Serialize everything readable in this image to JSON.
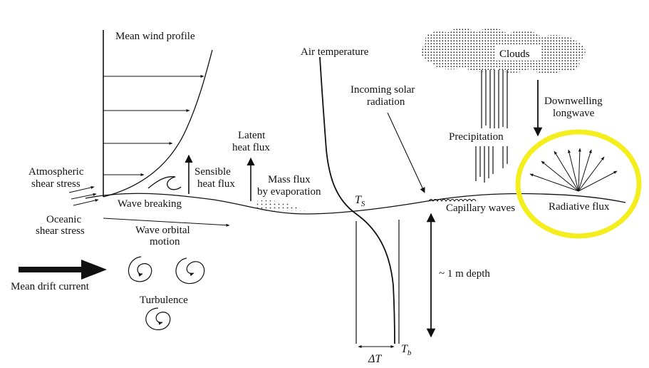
{
  "labels": {
    "mean_wind_profile": "Mean wind profile",
    "air_temperature": "Air temperature",
    "incoming_solar_1": "Incoming solar",
    "incoming_solar_2": "radiation",
    "clouds": "Clouds",
    "downwelling_1": "Downwelling",
    "downwelling_2": "longwave",
    "precipitation": "Precipitation",
    "latent_1": "Latent",
    "latent_2": "heat flux",
    "sensible_1": "Sensible",
    "sensible_2": "heat flux",
    "mass_flux_1": "Mass flux",
    "mass_flux_2": "by evaporation",
    "atmospheric_1": "Atmospheric",
    "atmospheric_2": "shear stress",
    "wave_breaking": "Wave breaking",
    "oceanic_1": "Oceanic",
    "oceanic_2": "shear stress",
    "wave_orbital_1": "Wave orbital",
    "wave_orbital_2": "motion",
    "mean_drift_current": "Mean drift current",
    "turbulence": "Turbulence",
    "capillary_waves": "Capillary waves",
    "radiative_flux": "Radiative flux",
    "depth": "~ 1 m depth",
    "ts_base": "T",
    "ts_sub": "S",
    "tb_base": "T",
    "tb_sub": "b",
    "delta_t": "ΔT"
  },
  "colors": {
    "ink": "#111111",
    "highlight": "#f5ee1f",
    "cloud_dots": "#222222"
  },
  "icons": {
    "highlight": "yellow-circle",
    "arrows": "arrow-icon"
  }
}
